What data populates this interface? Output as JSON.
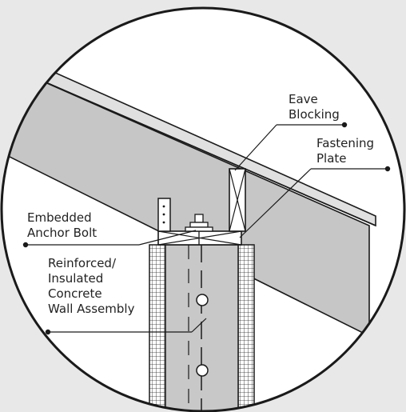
{
  "diagram": {
    "labels": {
      "eave_blocking": [
        "Eave",
        "Blocking"
      ],
      "fastening_plate": [
        "Fastening",
        "Plate"
      ],
      "anchor_bolt": [
        "Embedded",
        "Anchor Bolt"
      ],
      "wall_assembly": [
        "Reinforced/",
        "Insulated",
        "Concrete",
        "Wall Assembly"
      ]
    },
    "colors": {
      "background": "#e8e8e8",
      "circle_fill": "#ffffff",
      "rafter_fill": "#c6c6c6",
      "concrete_fill": "#c8c8c8",
      "insulation_fill": "#ffffff",
      "line": "#1a1a1a"
    }
  }
}
